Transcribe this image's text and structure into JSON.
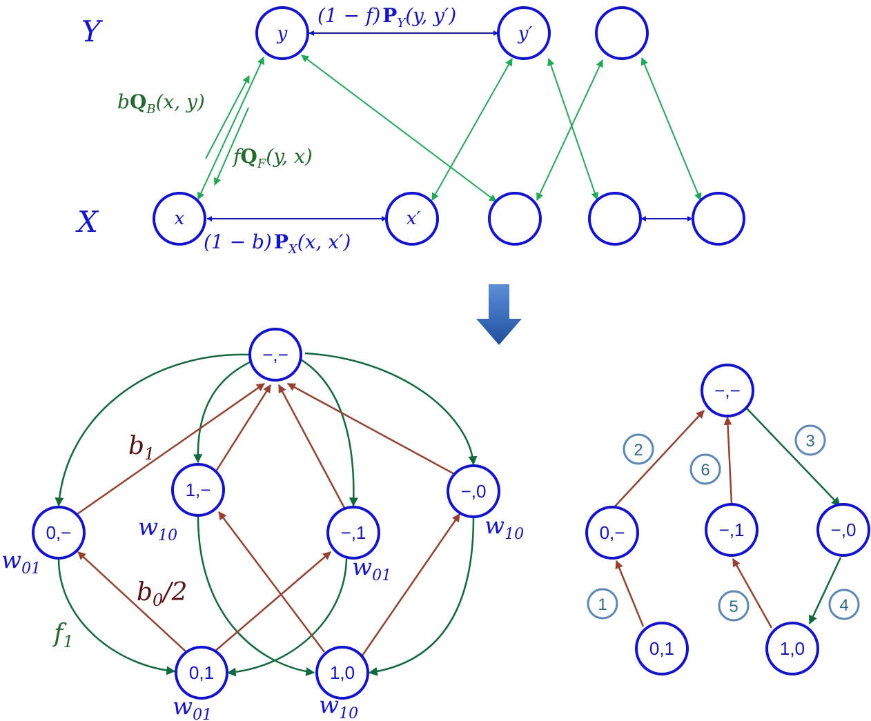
{
  "colors": {
    "node": "#1010e6",
    "green": "#1aad55",
    "dark_green": "#0e6b3c",
    "red": "#99402f",
    "step_circle": "#5a88b8",
    "step_text": "#2a6e8c",
    "arrow_fill_top": "#5b8fd8",
    "arrow_fill_bottom": "#1f4f9c",
    "label_green": "#1e6b2a",
    "label_dark_red": "#5a1010"
  },
  "top": {
    "row_labels": {
      "y": "Y",
      "x": "X"
    },
    "nodes": {
      "y": "y",
      "y_prime": "y′",
      "x": "x",
      "x_prime": "x′"
    },
    "edge_labels": {
      "py": {
        "prefix": "(1 − f)",
        "op": "P",
        "sub": "Y",
        "args": "(y, y′)"
      },
      "px": {
        "prefix": "(1 − b)",
        "op": "P",
        "sub": "X",
        "args": "(x, x′)"
      },
      "qb": {
        "prefix": "b",
        "op": "Q",
        "sub": "B",
        "args": "(x, y)"
      },
      "qf": {
        "prefix": "f",
        "op": "Q",
        "sub": "F",
        "args": "(y, x)"
      }
    }
  },
  "left_graph": {
    "nodes": {
      "top": "−,−",
      "one_dash": "1,−",
      "dash_zero": "−,0",
      "zero_dash": "0,−",
      "dash_one": "−,1",
      "zero_one": "0,1",
      "one_zero": "1,0"
    },
    "weights": {
      "w10_a": {
        "base": "w",
        "sub": "10"
      },
      "w10_b": {
        "base": "w",
        "sub": "10"
      },
      "w01_a": {
        "base": "w",
        "sub": "01"
      },
      "w01_b": {
        "base": "w",
        "sub": "01"
      },
      "w01_c": {
        "base": "w",
        "sub": "01"
      },
      "w10_c": {
        "base": "w",
        "sub": "10"
      }
    },
    "edge_labels": {
      "b1": {
        "base": "b",
        "sub": "1"
      },
      "b0": {
        "base": "b",
        "sub": "0",
        "suffix": "/2"
      },
      "f1": {
        "base": "f",
        "sub": "1"
      }
    }
  },
  "right_graph": {
    "nodes": {
      "top": "−,−",
      "zero_dash": "0,−",
      "dash_one": "−,1",
      "dash_zero": "−,0",
      "zero_one": "0,1",
      "one_zero": "1,0"
    },
    "steps": [
      "1",
      "2",
      "3",
      "4",
      "5",
      "6"
    ]
  }
}
